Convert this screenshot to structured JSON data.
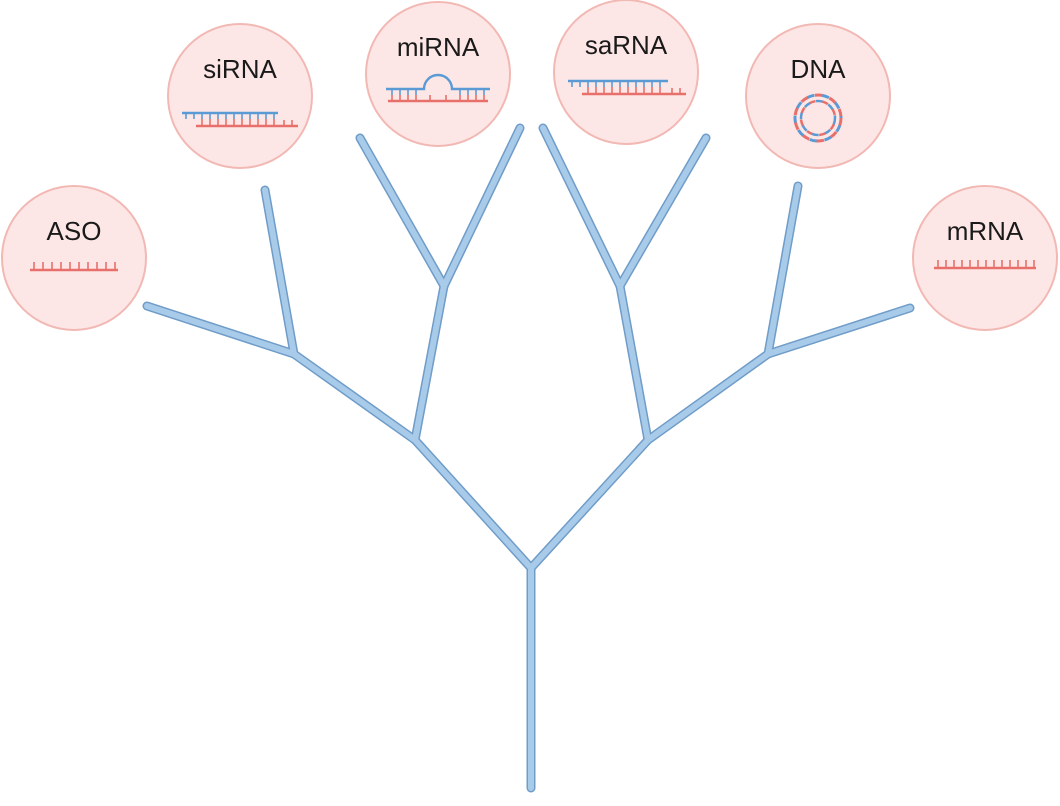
{
  "nodes": {
    "aso": {
      "label": "ASO"
    },
    "sirna": {
      "label": "siRNA"
    },
    "mirna": {
      "label": "miRNA"
    },
    "sarna": {
      "label": "saRNA"
    },
    "dna": {
      "label": "DNA"
    },
    "mrna": {
      "label": "mRNA"
    }
  },
  "colors": {
    "branch": "#a9cbea",
    "branch_outline": "#6f9cc8",
    "node_fill": "#fde7e6",
    "node_border": "#f2b8b4",
    "strand_red": "#e8706b",
    "strand_blue": "#5b9bd5"
  }
}
